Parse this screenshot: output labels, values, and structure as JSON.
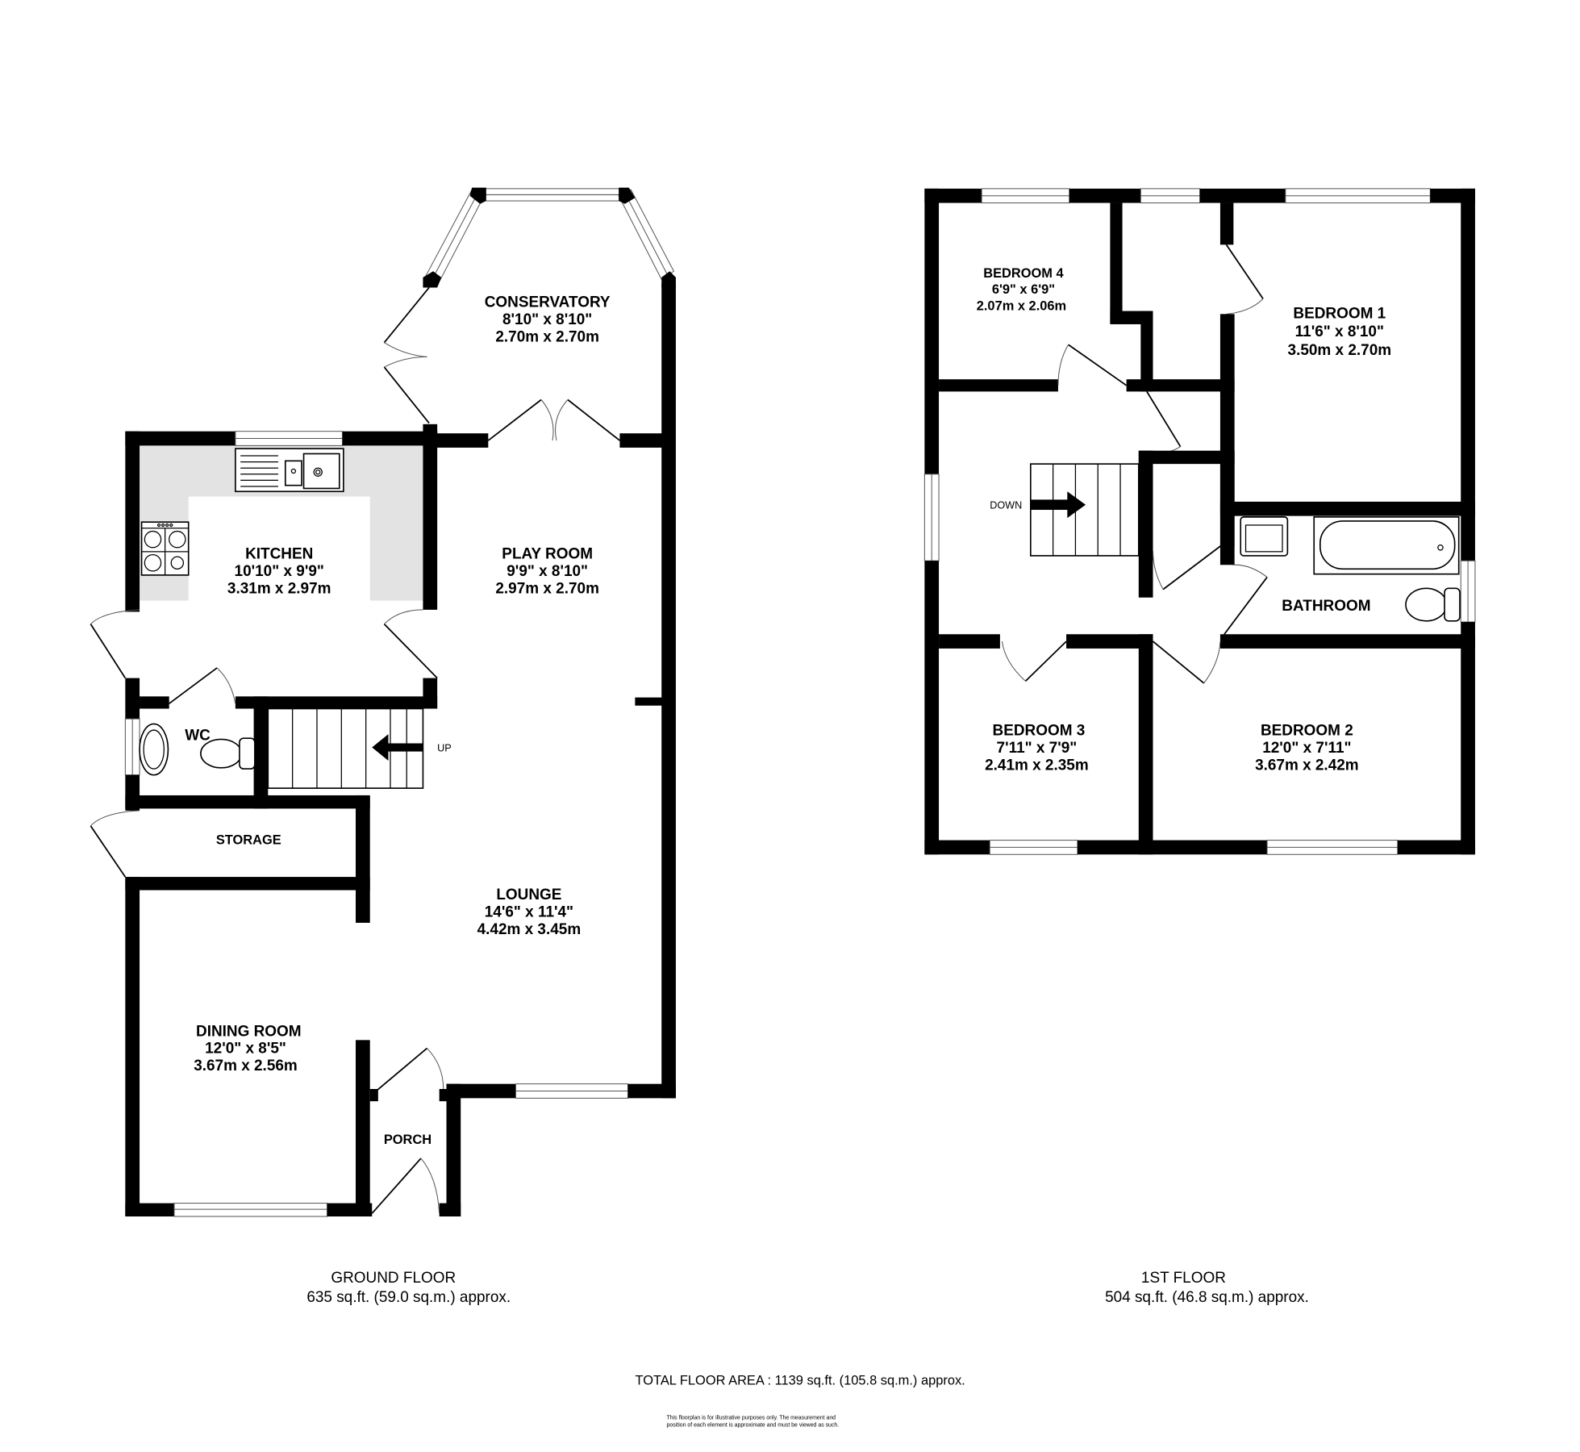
{
  "ground_floor": {
    "label": "GROUND FLOOR",
    "area": "635 sq.ft. (59.0 sq.m.) approx.",
    "rooms": {
      "conservatory": {
        "name": "CONSERVATORY",
        "imperial": "8'10\"  x 8'10\"",
        "metric": "2.70m  x 2.70m"
      },
      "kitchen": {
        "name": "KITCHEN",
        "imperial": "10'10\"  x 9'9\"",
        "metric": "3.31m  x 2.97m"
      },
      "play_room": {
        "name": "PLAY ROOM",
        "imperial": "9'9\"  x 8'10\"",
        "metric": "2.97m  x 2.70m"
      },
      "wc": {
        "name": "WC"
      },
      "storage": {
        "name": "STORAGE"
      },
      "lounge": {
        "name": "LOUNGE",
        "imperial": "14'6\"  x 11'4\"",
        "metric": "4.42m  x 3.45m"
      },
      "dining_room": {
        "name": "DINING ROOM",
        "imperial": "12'0\"  x 8'5\"",
        "metric": "3.67m  x 2.56m"
      },
      "porch": {
        "name": "PORCH"
      }
    },
    "stairs_label": "UP"
  },
  "first_floor": {
    "label": "1ST FLOOR",
    "area": "504 sq.ft. (46.8 sq.m.) approx.",
    "rooms": {
      "bedroom_4": {
        "name": "BEDROOM 4",
        "imperial": "6'9\"  x 6'9\"",
        "metric": "2.07m  x 2.06m"
      },
      "bedroom_1": {
        "name": "BEDROOM 1",
        "imperial": "11'6\"  x 8'10\"",
        "metric": "3.50m  x 2.70m"
      },
      "bathroom": {
        "name": "BATHROOM"
      },
      "bedroom_3": {
        "name": "BEDROOM 3",
        "imperial": "7'11\"  x 7'9\"",
        "metric": "2.41m  x 2.35m"
      },
      "bedroom_2": {
        "name": "BEDROOM 2",
        "imperial": "12'0\"  x 7'11\"",
        "metric": "3.67m  x 2.42m"
      }
    },
    "stairs_label": "DOWN"
  },
  "total": "TOTAL FLOOR AREA : 1139 sq.ft. (105.8 sq.m.) approx.",
  "disclaimer": {
    "line1": "This floorplan is for illustrative purposes only. The measurement and",
    "line2": "position of each element is approximate and must be viewed as such."
  },
  "colors": {
    "wall": "#000000",
    "counter": "#e3e3e3",
    "background": "#ffffff"
  }
}
